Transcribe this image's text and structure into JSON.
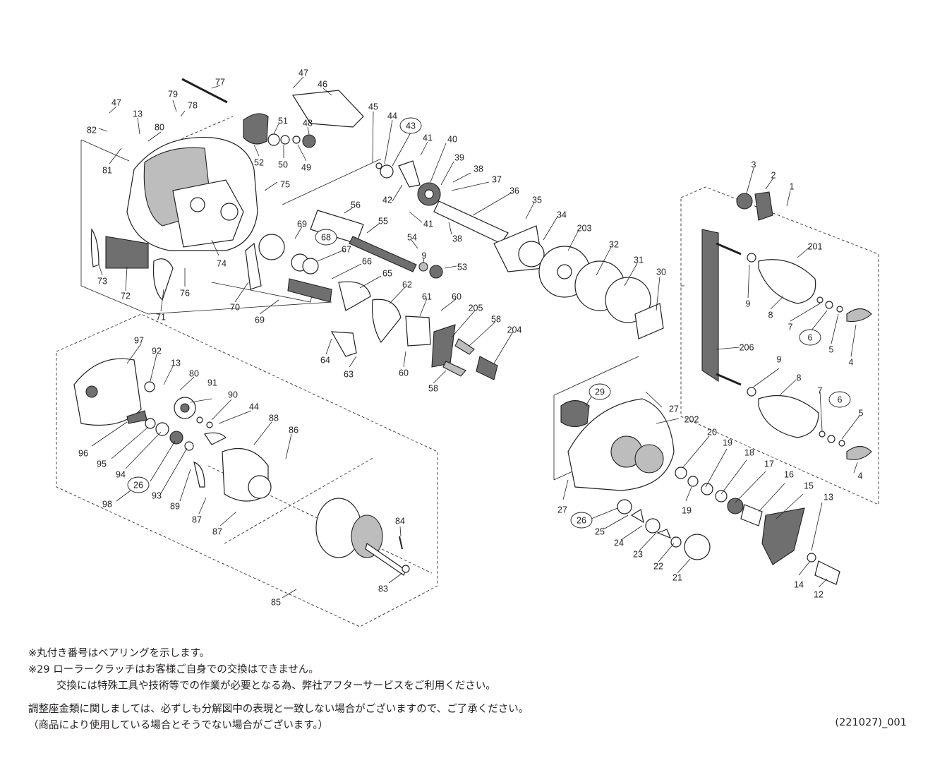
{
  "parts": [
    {
      "label": "77"
    },
    {
      "label": "47"
    },
    {
      "label": "46"
    },
    {
      "label": "79"
    },
    {
      "label": "78"
    },
    {
      "label": "47"
    },
    {
      "label": "13"
    },
    {
      "label": "82"
    },
    {
      "label": "80"
    },
    {
      "label": "81"
    },
    {
      "label": "51"
    },
    {
      "label": "48"
    },
    {
      "label": "52"
    },
    {
      "label": "50"
    },
    {
      "label": "49"
    },
    {
      "label": "45"
    },
    {
      "label": "44"
    },
    {
      "label": "43",
      "circled": true
    },
    {
      "label": "41"
    },
    {
      "label": "40"
    },
    {
      "label": "39"
    },
    {
      "label": "38"
    },
    {
      "label": "37"
    },
    {
      "label": "36"
    },
    {
      "label": "42"
    },
    {
      "label": "41"
    },
    {
      "label": "38"
    },
    {
      "label": "35"
    },
    {
      "label": "34"
    },
    {
      "label": "203"
    },
    {
      "label": "75"
    },
    {
      "label": "56"
    },
    {
      "label": "55"
    },
    {
      "label": "69"
    },
    {
      "label": "68",
      "circled": true
    },
    {
      "label": "67"
    },
    {
      "label": "54"
    },
    {
      "label": "9"
    },
    {
      "label": "53"
    },
    {
      "label": "32"
    },
    {
      "label": "31"
    },
    {
      "label": "30"
    },
    {
      "label": "74"
    },
    {
      "label": "66"
    },
    {
      "label": "65"
    },
    {
      "label": "73"
    },
    {
      "label": "72"
    },
    {
      "label": "76"
    },
    {
      "label": "71"
    },
    {
      "label": "70"
    },
    {
      "label": "69"
    },
    {
      "label": "62"
    },
    {
      "label": "61"
    },
    {
      "label": "60"
    },
    {
      "label": "205"
    },
    {
      "label": "58"
    },
    {
      "label": "204"
    },
    {
      "label": "64"
    },
    {
      "label": "63"
    },
    {
      "label": "60"
    },
    {
      "label": "58"
    },
    {
      "label": "3"
    },
    {
      "label": "2"
    },
    {
      "label": "1"
    },
    {
      "label": "201"
    },
    {
      "label": "9"
    },
    {
      "label": "8"
    },
    {
      "label": "7"
    },
    {
      "label": "6",
      "circled": true
    },
    {
      "label": "5"
    },
    {
      "label": "4"
    },
    {
      "label": "206"
    },
    {
      "label": "9"
    },
    {
      "label": "8"
    },
    {
      "label": "7"
    },
    {
      "label": "6",
      "circled": true
    },
    {
      "label": "5"
    },
    {
      "label": "4"
    },
    {
      "label": "97"
    },
    {
      "label": "92"
    },
    {
      "label": "13"
    },
    {
      "label": "80"
    },
    {
      "label": "91"
    },
    {
      "label": "90"
    },
    {
      "label": "44"
    },
    {
      "label": "88"
    },
    {
      "label": "86"
    },
    {
      "label": "96"
    },
    {
      "label": "95"
    },
    {
      "label": "94"
    },
    {
      "label": "26",
      "circled": true
    },
    {
      "label": "93"
    },
    {
      "label": "89"
    },
    {
      "label": "98"
    },
    {
      "label": "87"
    },
    {
      "label": "87"
    },
    {
      "label": "84"
    },
    {
      "label": "83"
    },
    {
      "label": "85"
    },
    {
      "label": "29",
      "circled": true
    },
    {
      "label": "27"
    },
    {
      "label": "202"
    },
    {
      "label": "20"
    },
    {
      "label": "19"
    },
    {
      "label": "18"
    },
    {
      "label": "17"
    },
    {
      "label": "16"
    },
    {
      "label": "15"
    },
    {
      "label": "13"
    },
    {
      "label": "19"
    },
    {
      "label": "27"
    },
    {
      "label": "26",
      "circled": true
    },
    {
      "label": "25"
    },
    {
      "label": "24"
    },
    {
      "label": "23"
    },
    {
      "label": "22"
    },
    {
      "label": "21"
    },
    {
      "label": "14"
    },
    {
      "label": "12"
    }
  ],
  "notes": {
    "line1": "※丸付き番号はベアリングを示します。",
    "line2": "※29 ローラークラッチはお客様ご自身での交換はできません。",
    "line3": "交換には特殊工具や技術等での作業が必要となる為、弊社アフターサービスをご利用ください。",
    "line4": "調整座金類に関しましては、必ずしも分解図中の表現と一致しない場合がございますので、ご了承ください。",
    "line5": "（商品により使用している場合とそうでない場合がございます。）"
  },
  "doc_code": "(221027)_001"
}
